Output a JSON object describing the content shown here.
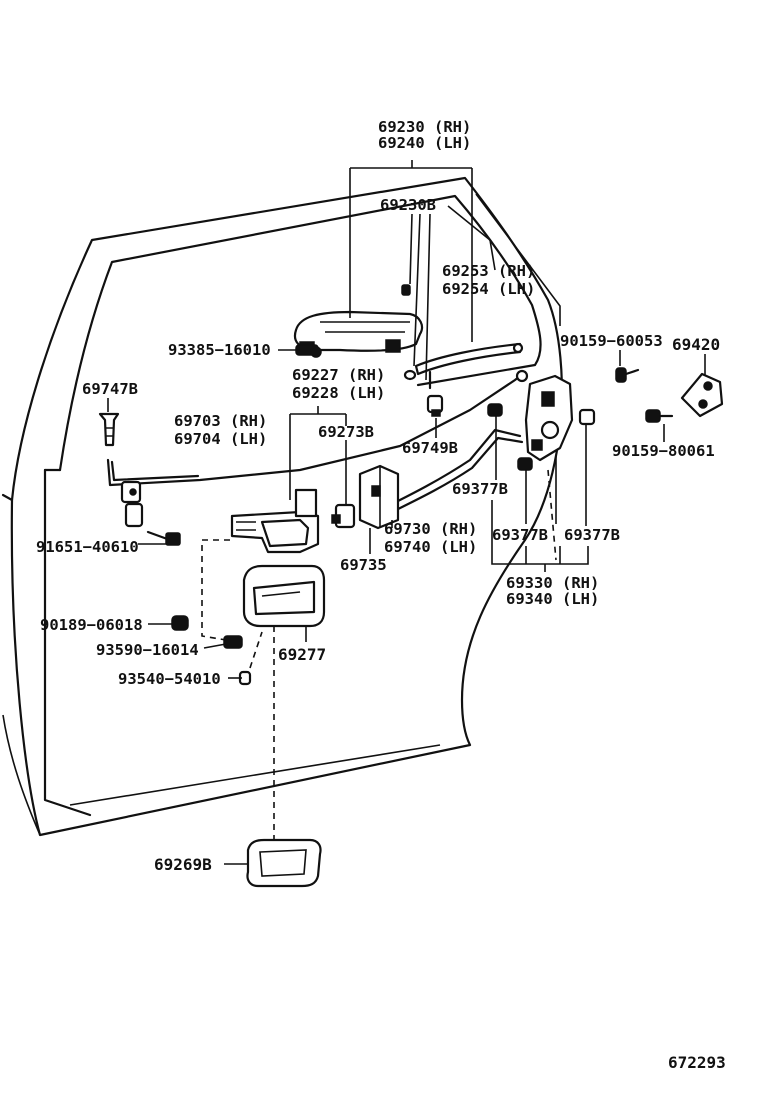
{
  "labels": {
    "p69230": "69230 (RH)",
    "p69240": "69240 (LH)",
    "p69230b": "69230B",
    "p69253": "69253 (RH)",
    "p69254": "69254 (LH)",
    "p93385": "93385−16010",
    "p69227": "69227 (RH)",
    "p69228": "69228 (LH)",
    "p90159a": "90159−60053",
    "p69420": "69420",
    "p69747b": "69747B",
    "p69703": "69703 (RH)",
    "p69704": "69704 (LH)",
    "p69273b": "69273B",
    "p69749b": "69749B",
    "p90159b": "90159−80061",
    "p69377b1": "69377B",
    "p91651": "91651−40610",
    "p69730": "69730 (RH)",
    "p69740": "69740 (LH)",
    "p69377b2": "69377B",
    "p69377b3": "69377B",
    "p69735": "69735",
    "p69330": "69330 (RH)",
    "p69340": "69340 (LH)",
    "p90189": "90189−06018",
    "p93590": "93590−16014",
    "p69277": "69277",
    "p93540": "93540−54010",
    "p69269b": "69269B",
    "diagram_code": "672293"
  }
}
